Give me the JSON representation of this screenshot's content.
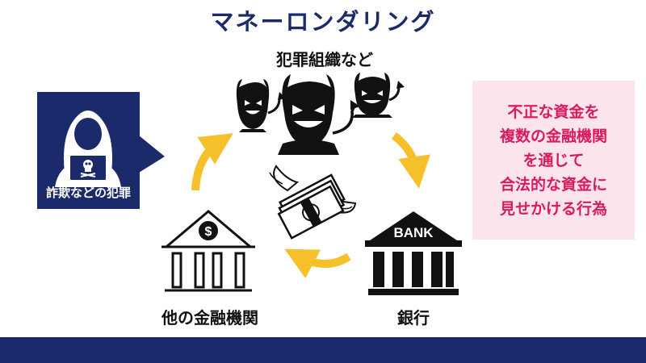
{
  "title": "マネーロンダリング",
  "criminal_group": "犯罪組織など",
  "fraud_crime": "詐欺などの犯罪",
  "bank": {
    "sign": "BANK",
    "label": "銀行"
  },
  "other_institution": "他の金融機関",
  "definition_lines": [
    "不正な資金を",
    "複数の金融機関",
    "を通じて",
    "合法的な資金に",
    "見せかける行為"
  ],
  "colors": {
    "navy": "#1b2a6b",
    "arrow": "#f5c02a",
    "pink_text": "#d81b5f",
    "pink_bg": "#fce4ec"
  }
}
